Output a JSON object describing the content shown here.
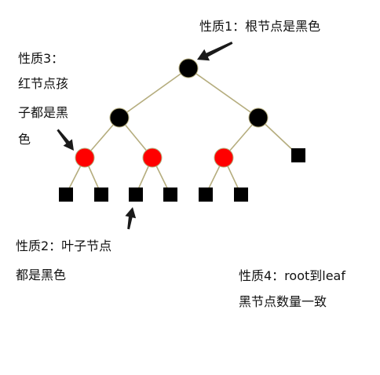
{
  "colors": {
    "edge": "#b5ad7e",
    "black_node": "#000000",
    "red_node": "#ff0000",
    "arrow": "#1a1a1a",
    "text": "#111111",
    "background": "#ffffff"
  },
  "labels": {
    "property1": "性质1：根节点是黑色",
    "property2": {
      "line1": "性质2：叶子节点",
      "line2": "都是黑色"
    },
    "property3": {
      "line1": "性质3：",
      "line2": "红节点孩",
      "line3": "子都是黑",
      "line4": "色"
    },
    "property4": {
      "line1": "性质4：root到leaf",
      "line2": "黑节点数量一致"
    }
  },
  "tree": {
    "nodes": [
      {
        "id": "root",
        "kind": "circle",
        "color": "black"
      },
      {
        "id": "left",
        "kind": "circle",
        "color": "black"
      },
      {
        "id": "right",
        "kind": "circle",
        "color": "black"
      },
      {
        "id": "left-left",
        "kind": "circle",
        "color": "red"
      },
      {
        "id": "left-right",
        "kind": "circle",
        "color": "red"
      },
      {
        "id": "right-left",
        "kind": "circle",
        "color": "red"
      },
      {
        "id": "right-right",
        "kind": "leaf",
        "color": "black"
      },
      {
        "id": "leaf-1",
        "kind": "leaf",
        "color": "black"
      },
      {
        "id": "leaf-2",
        "kind": "leaf",
        "color": "black"
      },
      {
        "id": "leaf-3",
        "kind": "leaf",
        "color": "black"
      },
      {
        "id": "leaf-4",
        "kind": "leaf",
        "color": "black"
      },
      {
        "id": "leaf-5",
        "kind": "leaf",
        "color": "black"
      },
      {
        "id": "leaf-6",
        "kind": "leaf",
        "color": "black"
      }
    ],
    "edges": [
      [
        "root",
        "left"
      ],
      [
        "root",
        "right"
      ],
      [
        "left",
        "left-left"
      ],
      [
        "left",
        "left-right"
      ],
      [
        "right",
        "right-left"
      ],
      [
        "right",
        "right-right"
      ],
      [
        "left-left",
        "leaf-1"
      ],
      [
        "left-left",
        "leaf-2"
      ],
      [
        "left-right",
        "leaf-3"
      ],
      [
        "left-right",
        "leaf-4"
      ],
      [
        "right-left",
        "leaf-5"
      ],
      [
        "right-left",
        "leaf-6"
      ]
    ]
  }
}
